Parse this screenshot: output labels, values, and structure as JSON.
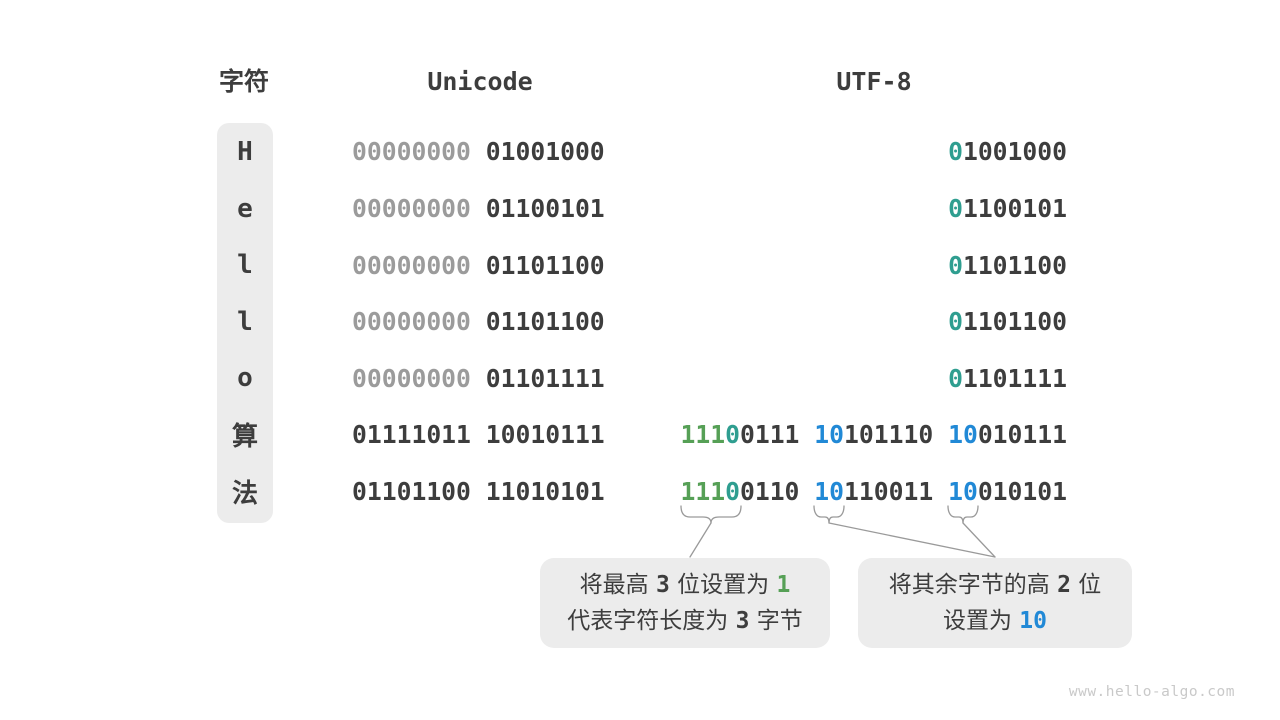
{
  "header": {
    "char_label": "字符",
    "unicode_label": "Unicode",
    "utf8_label": "UTF-8"
  },
  "rows": [
    {
      "char": "H",
      "unicode": [
        [
          "00000000",
          "gray"
        ],
        [
          " 01001000",
          "dark"
        ]
      ],
      "utf8": [
        [
          "0",
          "teal"
        ],
        [
          "1001000",
          "dark"
        ]
      ]
    },
    {
      "char": "e",
      "unicode": [
        [
          "00000000",
          "gray"
        ],
        [
          " 01100101",
          "dark"
        ]
      ],
      "utf8": [
        [
          "0",
          "teal"
        ],
        [
          "1100101",
          "dark"
        ]
      ]
    },
    {
      "char": "l",
      "unicode": [
        [
          "00000000",
          "gray"
        ],
        [
          " 01101100",
          "dark"
        ]
      ],
      "utf8": [
        [
          "0",
          "teal"
        ],
        [
          "1101100",
          "dark"
        ]
      ]
    },
    {
      "char": "l",
      "unicode": [
        [
          "00000000",
          "gray"
        ],
        [
          " 01101100",
          "dark"
        ]
      ],
      "utf8": [
        [
          "0",
          "teal"
        ],
        [
          "1101100",
          "dark"
        ]
      ]
    },
    {
      "char": "o",
      "unicode": [
        [
          "00000000",
          "gray"
        ],
        [
          " 01101111",
          "dark"
        ]
      ],
      "utf8": [
        [
          "0",
          "teal"
        ],
        [
          "1101111",
          "dark"
        ]
      ]
    },
    {
      "char": "算",
      "unicode": [
        [
          "01111011 10010111",
          "dark"
        ]
      ],
      "utf8": [
        [
          "111",
          "green"
        ],
        [
          "0",
          "teal"
        ],
        [
          "0111 ",
          "dark"
        ],
        [
          "10",
          "blue"
        ],
        [
          "101110 ",
          "dark"
        ],
        [
          "10",
          "blue"
        ],
        [
          "010111",
          "dark"
        ]
      ]
    },
    {
      "char": "法",
      "unicode": [
        [
          "01101100 11010101",
          "dark"
        ]
      ],
      "utf8": [
        [
          "111",
          "green"
        ],
        [
          "0",
          "teal"
        ],
        [
          "0110 ",
          "dark"
        ],
        [
          "10",
          "blue"
        ],
        [
          "110011 ",
          "dark"
        ],
        [
          "10",
          "blue"
        ],
        [
          "010101",
          "dark"
        ]
      ]
    }
  ],
  "callouts": [
    {
      "lines": [
        [
          [
            "将最高 ",
            "text"
          ],
          [
            "3",
            "num"
          ],
          [
            " 位设置为 ",
            "text"
          ],
          [
            "1",
            "green-num"
          ]
        ],
        [
          [
            "代表字符长度为 ",
            "text"
          ],
          [
            "3",
            "num"
          ],
          [
            " 字节",
            "text"
          ]
        ]
      ]
    },
    {
      "lines": [
        [
          [
            "将其余字节的高 ",
            "text"
          ],
          [
            "2",
            "num"
          ],
          [
            " 位",
            "text"
          ]
        ],
        [
          [
            "设置为 ",
            "text"
          ],
          [
            "10",
            "blue-num"
          ]
        ]
      ]
    }
  ],
  "footer": {
    "watermark": "www.hello-algo.com"
  },
  "colors": {
    "dark_text": "#3d3d3d",
    "gray_bits": "#9b9b9b",
    "teal_bit": "#2f9e90",
    "green_bits": "#56a056",
    "blue_bits": "#2189d6",
    "panel_bg": "#ececec",
    "annotation_stroke": "#9a9a9a",
    "watermark_text": "#c9c9c9"
  }
}
